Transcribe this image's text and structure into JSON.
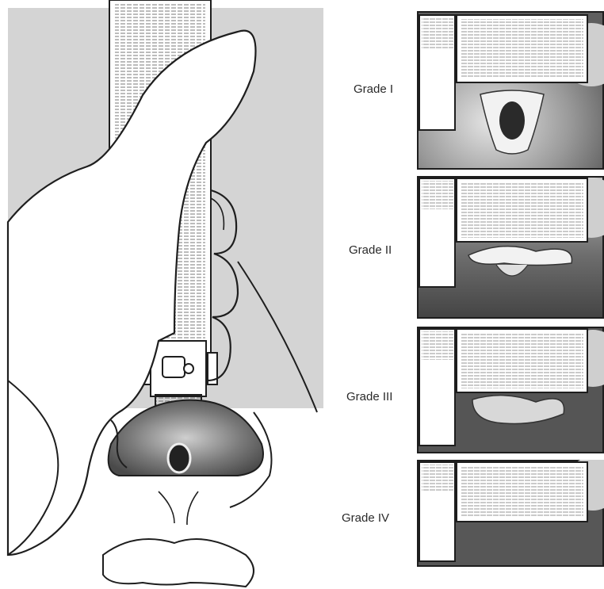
{
  "grades": [
    {
      "label": "Grade I"
    },
    {
      "label": "Grade II"
    },
    {
      "label": "Grade III"
    },
    {
      "label": "Grade IV"
    }
  ],
  "colors": {
    "background_gray": "#d4d4d4",
    "line": "#1e1e1e",
    "mucosa_dark": "#5a5a5a",
    "mucosa_mid": "#8c8c8c",
    "tissue_light": "#ececec"
  }
}
